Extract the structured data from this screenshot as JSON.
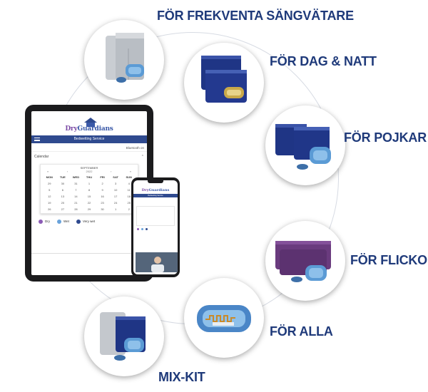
{
  "products": [
    {
      "id": "frekventa",
      "label": "FÖR FREKVENTA SÄNGVÄTARE"
    },
    {
      "id": "dag-natt",
      "label": "FÖR DAG & NATT"
    },
    {
      "id": "pojkar",
      "label": "FÖR POJKAR"
    },
    {
      "id": "flickor",
      "label": "FÖR FLICKOR"
    },
    {
      "id": "alla",
      "label": "FÖR ALLA"
    },
    {
      "id": "mix-kit",
      "label": "MIX-KIT"
    }
  ],
  "colors": {
    "label": "#1f3a7a",
    "navy_garment": "#1f3585",
    "purple_garment": "#6a3b7e",
    "grey_garment": "#c7cbd0",
    "sensor_blue": "#5b9bd5",
    "app_bar": "#2f4a8f",
    "dry": "#8b5bb5",
    "wet": "#6aa3db",
    "very_wet": "#2f4a8f"
  },
  "app": {
    "logo_part1": "Dry",
    "logo_part2": "Guardians",
    "title": "Bedwetting Service",
    "bluetooth": "Bluetooth on",
    "calendar_label": "Calendar",
    "month": "SEPTEMBER",
    "year": "2022",
    "weekdays": [
      "MON",
      "TUE",
      "WED",
      "THU",
      "FRI",
      "SAT",
      "SUN"
    ],
    "days": [
      [
        "29",
        "30",
        "31",
        "1",
        "2",
        "3",
        "4"
      ],
      [
        "5",
        "6",
        "7",
        "8",
        "9",
        "10",
        "11"
      ],
      [
        "12",
        "13",
        "14",
        "15",
        "16",
        "17",
        "18"
      ],
      [
        "19",
        "20",
        "21",
        "22",
        "23",
        "24",
        "25"
      ],
      [
        "26",
        "27",
        "28",
        "29",
        "30",
        "1",
        "2"
      ]
    ],
    "legend": [
      {
        "label": "Dry",
        "color": "#8b5bb5"
      },
      {
        "label": "Wet",
        "color": "#6aa3db"
      },
      {
        "label": "Very wet",
        "color": "#2f4a8f"
      }
    ]
  }
}
